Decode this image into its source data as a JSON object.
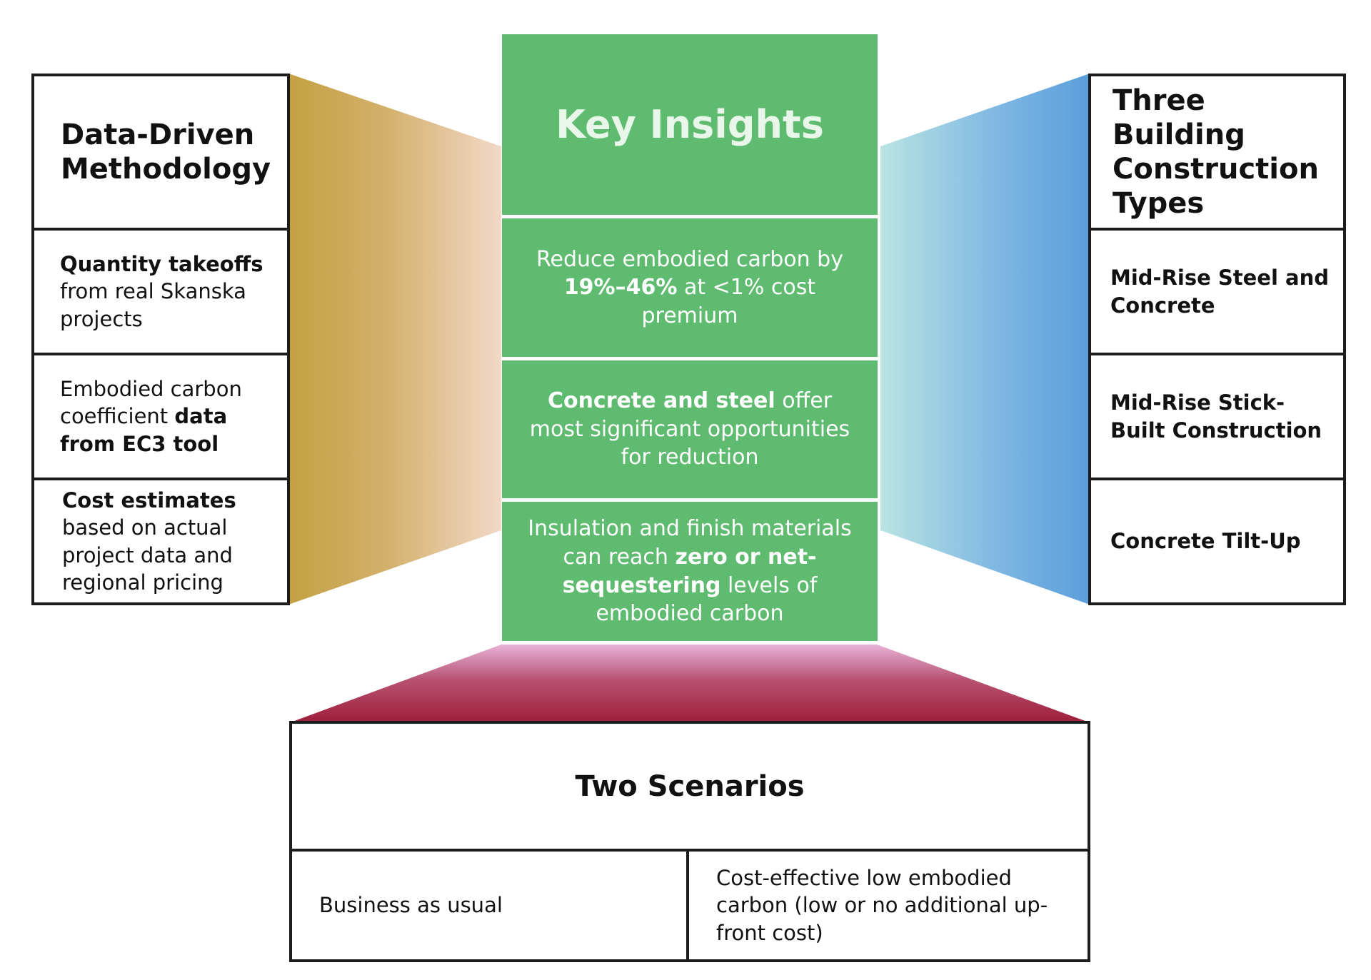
{
  "left": {
    "title": "Data-Driven Methodology",
    "items": [
      {
        "parts": [
          {
            "text": "Quantity takeoffs",
            "bold": true
          },
          {
            "text": " from real Skanska projects",
            "bold": false
          }
        ]
      },
      {
        "parts": [
          {
            "text": "Embodied carbon coefficient ",
            "bold": false
          },
          {
            "text": "data from EC3 tool",
            "bold": true
          }
        ]
      },
      {
        "parts": [
          {
            "text": "Cost estimates",
            "bold": true
          },
          {
            "text": " based on actual project data and regional pricing",
            "bold": false
          }
        ]
      }
    ]
  },
  "center": {
    "title": "Key Insights",
    "items": [
      {
        "parts": [
          {
            "text": "Reduce embodied carbon by ",
            "bold": false
          },
          {
            "text": "19%–46%",
            "bold": true
          },
          {
            "text": " at <1% cost premium",
            "bold": false
          }
        ]
      },
      {
        "parts": [
          {
            "text": "Concrete and steel",
            "bold": true
          },
          {
            "text": " offer most significant opportunities for reduction",
            "bold": false
          }
        ]
      },
      {
        "parts": [
          {
            "text": "Insulation and finish materials can reach ",
            "bold": false
          },
          {
            "text": "zero or net-sequestering",
            "bold": true
          },
          {
            "text": " levels of embodied carbon",
            "bold": false
          }
        ]
      }
    ]
  },
  "right": {
    "title": "Three Building Construction Types",
    "items": [
      {
        "parts": [
          {
            "text": "Mid-Rise Steel and Concrete",
            "bold": true
          }
        ]
      },
      {
        "parts": [
          {
            "text": "Mid-Rise Stick-Built Construction",
            "bold": true
          }
        ]
      },
      {
        "parts": [
          {
            "text": "Concrete Tilt-Up",
            "bold": true
          }
        ]
      }
    ]
  },
  "bottom": {
    "title": "Two Scenarios",
    "items": [
      {
        "parts": [
          {
            "text": "Business as usual",
            "bold": false
          }
        ]
      },
      {
        "parts": [
          {
            "text": "Cost-effective low embodied carbon (low or no additional up-front cost)",
            "bold": false
          }
        ]
      }
    ]
  },
  "colors": {
    "green": "#5fbb6f",
    "gold": "#c4a042",
    "blue": "#5a9edb",
    "crimson": "#9e1f3a"
  }
}
